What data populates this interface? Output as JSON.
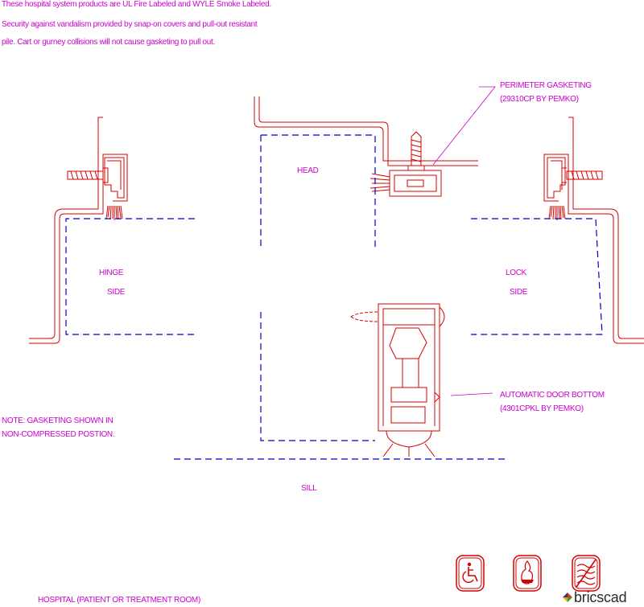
{
  "notes": {
    "line1": "These hospital system products are UL Fire Labeled and WYLE Smoke Labeled.",
    "line2": "Security against vandalism provided by snap-on covers and pull-out resistant",
    "line3": "pile. Cart or gurney collisions will not cause gasketing to pull out."
  },
  "labels": {
    "perimeter_1": "PERIMETER GASKETING",
    "perimeter_2": "(29310CP BY PEMKO)",
    "head": "HEAD",
    "hinge": "HINGE",
    "hinge_side": "SIDE",
    "lock": "LOCK",
    "lock_side": "SIDE",
    "adb_1": "AUTOMATIC DOOR BOTTOM",
    "adb_2": "(4301CPKL BY PEMKO)",
    "note_1": "NOTE: GASKETING SHOWN IN",
    "note_2": "NON-COMPRESSED POSTION.",
    "sill": "SILL",
    "footer": "HOSPITAL (PATIENT OR TREATMENT ROOM)"
  },
  "icons": [
    "wheelchair-icon",
    "fire-icon",
    "smoke-icon"
  ],
  "brand": {
    "name": "bricscad"
  },
  "colors": {
    "line": "#d40000",
    "text": "#cc00cc",
    "dashed": "#0000cc",
    "brand": "#2b2b2b"
  }
}
